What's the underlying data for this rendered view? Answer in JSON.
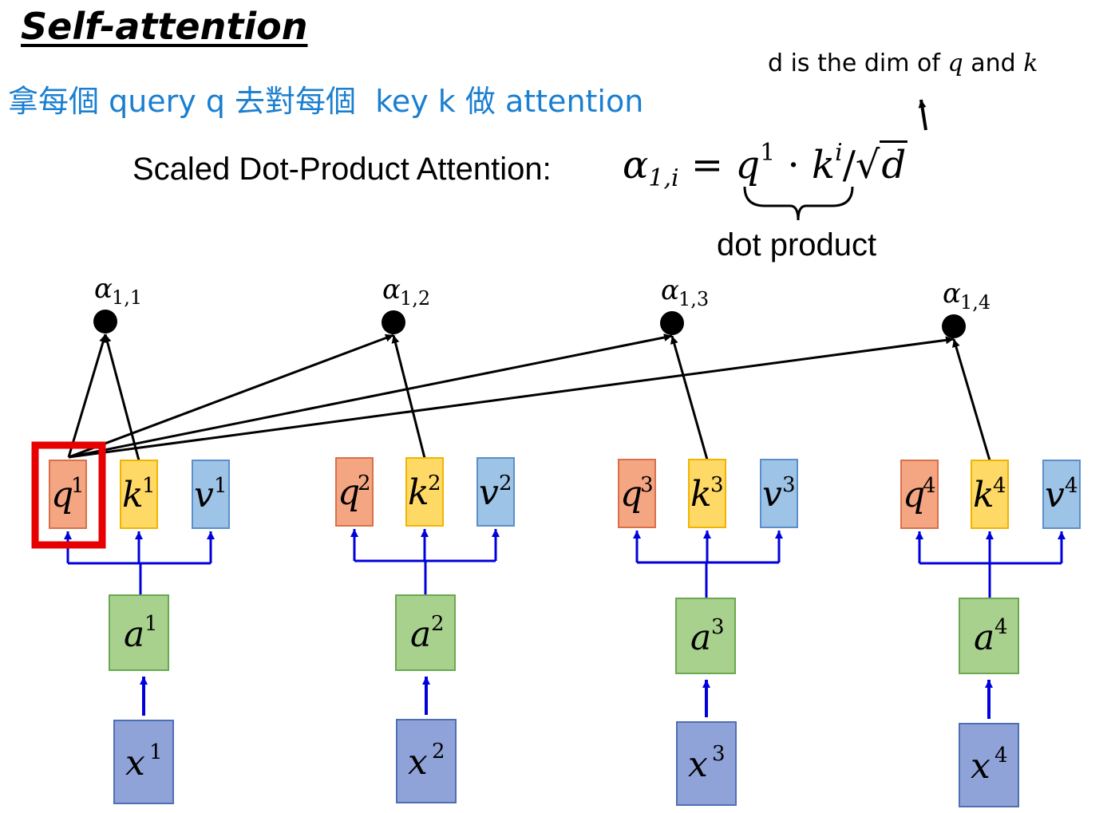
{
  "title": "Self-attention",
  "subtitle": "拿每個 query q 去對每個  key k 做 attention",
  "note": {
    "prefix": "d is the dim of ",
    "q": "q",
    "mid": " and ",
    "k": "k"
  },
  "formula": {
    "label": "Scaled Dot-Product Attention:",
    "alpha": "α",
    "alpha_sub": "1,i",
    "equals": "=",
    "q": "q",
    "q_sup": "1",
    "dot": "·",
    "k": "k",
    "k_sup": "i",
    "slash": "/",
    "sqrt": "√",
    "d": "d"
  },
  "brace_label": "dot product",
  "colors": {
    "query": "#f4a582",
    "query_border": "#d9704a",
    "key": "#ffd966",
    "key_border": "#f0b400",
    "value": "#9dc3e6",
    "value_border": "#5b8fc9",
    "a": "#a9d18e",
    "a_border": "#6aa84f",
    "x": "#8fa3d9",
    "x_border": "#4f6fb5",
    "blue_arrow": "#0000dd",
    "highlight": "#e60000",
    "subtitle": "#1a7fd0"
  },
  "columns": [
    {
      "q": "q",
      "k": "k",
      "v": "v",
      "a": "a",
      "x": "x",
      "n": "1",
      "alpha": "α",
      "alpha_sub": "1,1"
    },
    {
      "q": "q",
      "k": "k",
      "v": "v",
      "a": "a",
      "x": "x",
      "n": "2",
      "alpha": "α",
      "alpha_sub": "1,2"
    },
    {
      "q": "q",
      "k": "k",
      "v": "v",
      "a": "a",
      "x": "x",
      "n": "3",
      "alpha": "α",
      "alpha_sub": "1,3"
    },
    {
      "q": "q",
      "k": "k",
      "v": "v",
      "a": "a",
      "x": "x",
      "n": "4",
      "alpha": "α",
      "alpha_sub": "1,4"
    }
  ],
  "highlighted_query": "q1"
}
